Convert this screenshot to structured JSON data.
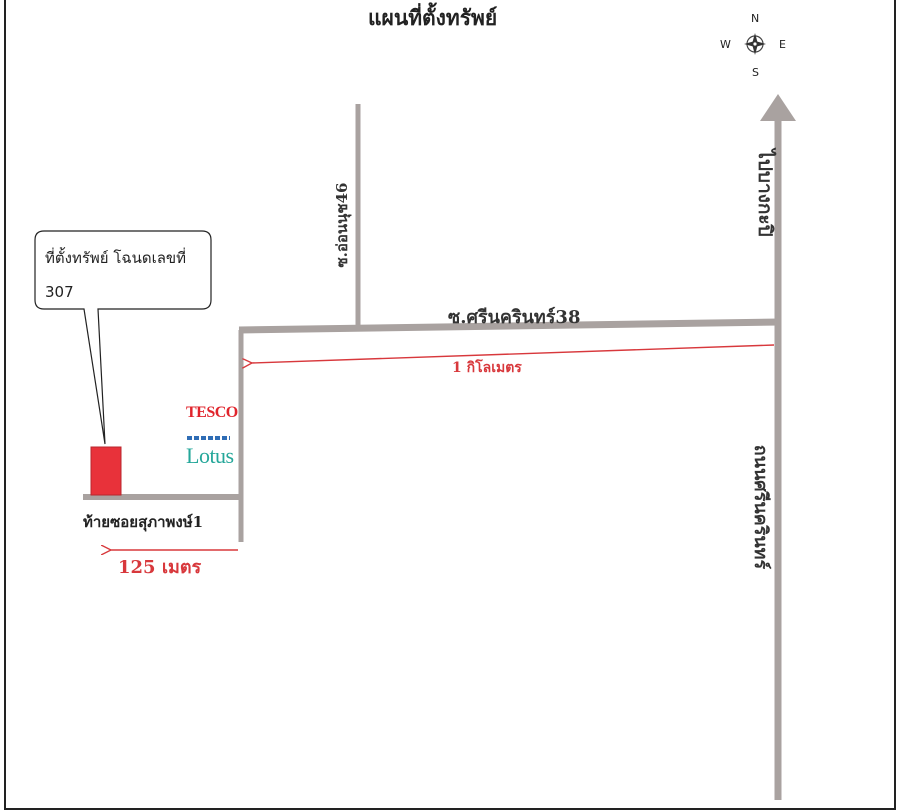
{
  "map": {
    "title": "แผนที่ตั้งทรัพย์",
    "callout": {
      "line1": "ที่ตั้งทรัพย์ โฉนดเลขที่",
      "line2": "307"
    },
    "roads": {
      "soi_on_nut": "ซ.อ่อนนุช46",
      "soi_srinakarin": "ซ.ศรีนครินทร์38",
      "thanon_srinakarin": "ถนนศรีนครินทร์",
      "to_bangkapi": "ไปบางกะปิ",
      "end_of_soi": "ท้ายซอยสุภาพงษ์1"
    },
    "distances": {
      "one_km": "1 กิโลเมตร",
      "m125": "125 เมตร"
    },
    "landmark": {
      "brand_top": "TESCO",
      "brand_bottom": "Lotus"
    },
    "compass": {
      "north": "N",
      "south": "S",
      "east": "E",
      "west": "W"
    },
    "colors": {
      "road": "#a9a2a0",
      "distance": "#d8383c",
      "property": "#e8323a",
      "tesco": "#e0242c",
      "lotus": "#25a79a"
    }
  }
}
